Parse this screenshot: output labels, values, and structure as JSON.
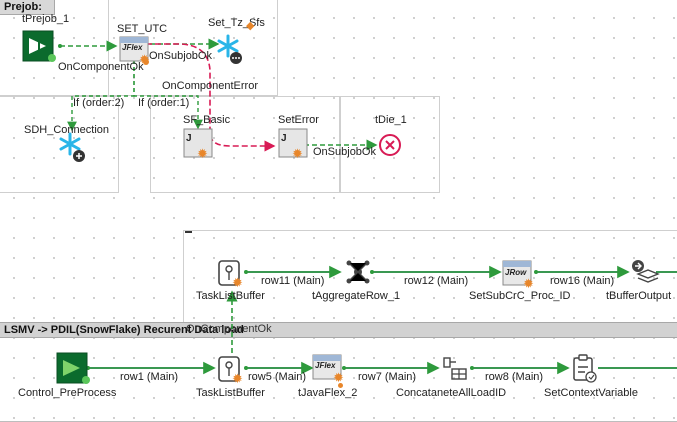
{
  "subjobs": {
    "prejob_title": "Prejob:",
    "main_title": "LSMV -> PDIL(SnowFlake) Recurent Data load",
    "main_title_overlay": "OnComponentOk"
  },
  "components": {
    "tprejob": "tPrejob_1",
    "set_utc": "SET_UTC",
    "set_tz": "Set_Tz_Sfs",
    "sdh_connection": "SDH_Connection",
    "sf_basic": "SF_Basic",
    "set_error": "SetError",
    "tdie": "tDie_1",
    "tasklist_buffer_top": "TaskListBuffer",
    "taggregate": "tAggregateRow_1",
    "setsub": "SetSubCrC_Proc_ID",
    "tbufferoutput": "tBufferOutput",
    "control_preprocess": "Control_PreProcess",
    "tasklist_buffer_bottom": "TaskListBuffer",
    "tjavaflex": "tJavaFlex_2",
    "concatenate": "ConcataneteAllLoadID",
    "setcontext": "SetContextVariable"
  },
  "icon_texts": {
    "jflex": "JFlex",
    "jrow": "JRow",
    "j": "J"
  },
  "links": {
    "on_component_ok_1": "OnComponentOk",
    "on_subjob_ok_1": "OnSubjobOk",
    "on_component_error": "OnComponentError",
    "if_order_2": "If (order:2)",
    "if_order_1": "If (order:1)",
    "on_subjob_ok_2": "OnSubjobOk",
    "row11": "row11 (Main)",
    "row12": "row12 (Main)",
    "row16": "row16 (Main)",
    "row1": "row1 (Main)",
    "row5": "row5 (Main)",
    "row7": "row7 (Main)",
    "row8": "row8 (Main)"
  },
  "colors": {
    "ok_link": "#2e9a3c",
    "error_link": "#d81b55",
    "if_link": "#2e9a3c",
    "main_row": "#1e8a3a",
    "frame_border": "#cfcfcf"
  }
}
